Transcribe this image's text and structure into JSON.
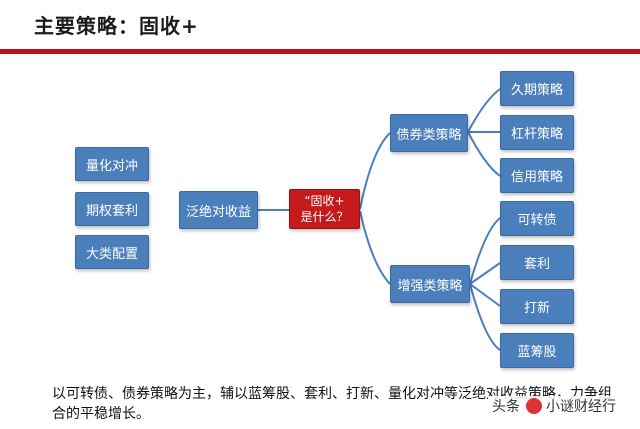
{
  "header": {
    "title": "主要策略：固收+"
  },
  "diagram": {
    "left": [
      "量化对冲",
      "期权套利",
      "大类配置"
    ],
    "hub": "泛绝对收益",
    "center": {
      "line1": "“固收+",
      "line2": "是什么？"
    },
    "branches": {
      "bond": {
        "label": "债券类策略",
        "children": [
          "久期策略",
          "杠杆策略",
          "信用策略"
        ]
      },
      "enhance": {
        "label": "增强类策略",
        "children": [
          "可转债",
          "套利",
          "打新",
          "蓝筹股"
        ]
      }
    },
    "colors": {
      "node": "#4a7fbc",
      "center": "#c41a1c",
      "rule": "#c0101c"
    }
  },
  "footer": {
    "text": "以可转债、债券策略为主，辅以蓝筹股、套利、打新、量化对冲等泛绝对收益策略，力争组合的平稳增长。"
  },
  "watermark": {
    "prefix": "头条",
    "name": "小谜财经行"
  }
}
